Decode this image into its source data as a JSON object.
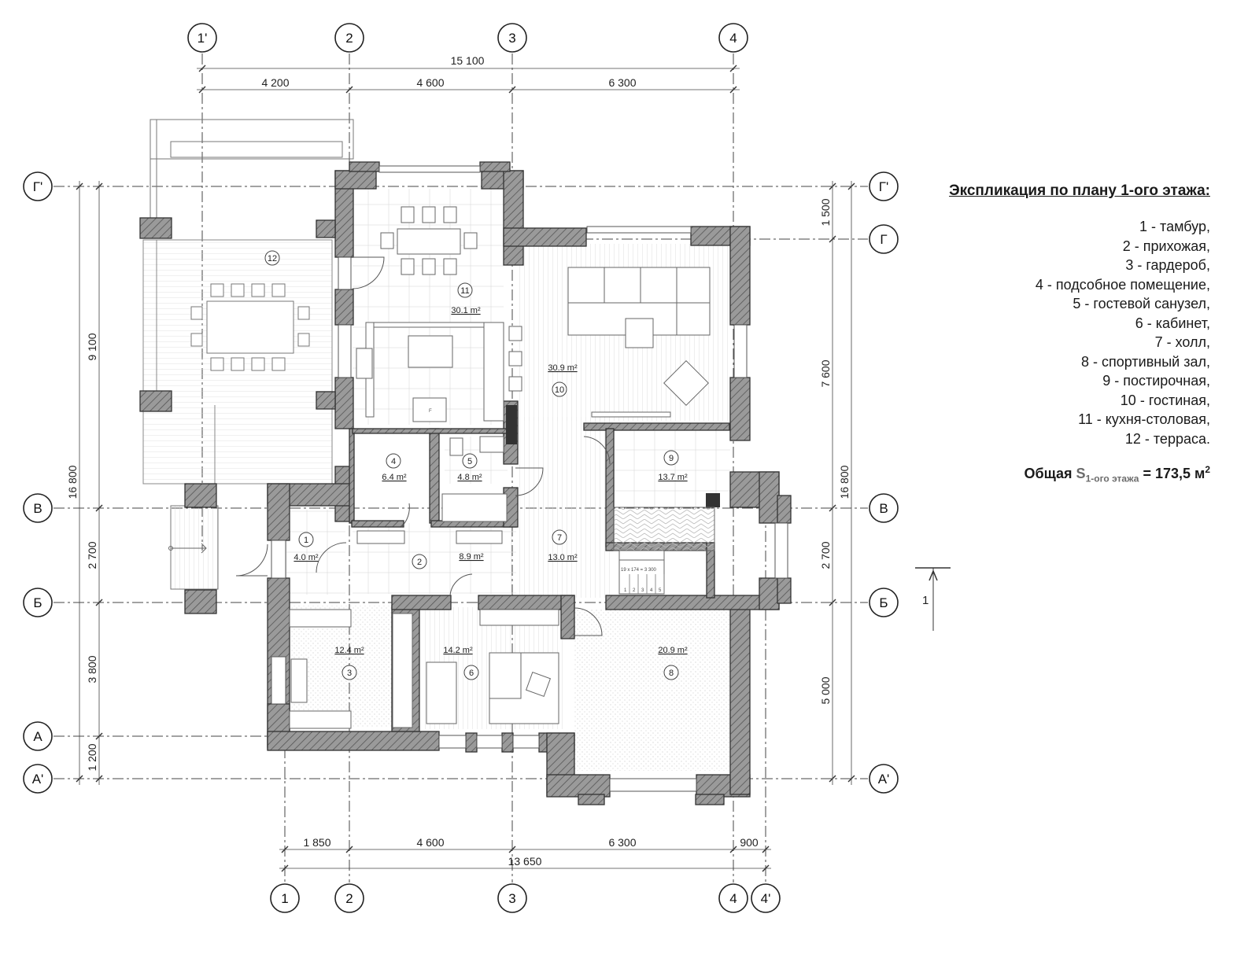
{
  "axes": {
    "vertical_top": [
      "1'",
      "2",
      "3",
      "4"
    ],
    "vertical_bottom": [
      "1",
      "2",
      "3",
      "4",
      "4'"
    ],
    "horizontal_left": [
      "Г'",
      "В",
      "Б",
      "А",
      "А'"
    ],
    "horizontal_right": [
      "Г'",
      "Г",
      "В",
      "Б",
      "А'"
    ]
  },
  "dimensions": {
    "top_total": "15 100",
    "top_segments": [
      "4 200",
      "4 600",
      "6 300"
    ],
    "bottom_segments": [
      "1 850",
      "4 600",
      "6 300",
      "900"
    ],
    "bottom_total": "13 650",
    "left_total": "16 800",
    "left_segments": [
      "9 100",
      "2 700",
      "3 800",
      "1 200"
    ],
    "right_total": "16 800",
    "right_segments": [
      "1 500",
      "7 600",
      "2 700",
      "5 000"
    ]
  },
  "rooms": [
    {
      "num": "1",
      "area": "4.0 m²"
    },
    {
      "num": "2",
      "area": "8.9 m²"
    },
    {
      "num": "3",
      "area": "12.4 m²"
    },
    {
      "num": "4",
      "area": "6.4 m²"
    },
    {
      "num": "5",
      "area": "4.8 m²"
    },
    {
      "num": "6",
      "area": "14.2 m²"
    },
    {
      "num": "7",
      "area": "13.0 m²"
    },
    {
      "num": "8",
      "area": "20.9 m²"
    },
    {
      "num": "9",
      "area": "13.7 m²"
    },
    {
      "num": "10",
      "area": "30.9 m²"
    },
    {
      "num": "11",
      "area": "30.1 m²"
    },
    {
      "num": "12",
      "area": ""
    }
  ],
  "stair_label": "19 x 174 = 3 300",
  "stair_steps": [
    "1",
    "2",
    "3",
    "4",
    "5"
  ],
  "fridge_label": "F",
  "section_mark": "1",
  "legend": {
    "title": "Экспликация по плану 1-ого этажа:",
    "items": [
      "1 - тамбур,",
      "2 - прихожая,",
      "3 - гардероб,",
      "4 - подсобное помещение,",
      "5 - гостевой санузел,",
      "6 - кабинет,",
      "7 - холл,",
      "8 - спортивный зал,",
      "9 - постирочная,",
      "10 - гостиная,",
      "11 - кухня-столовая,",
      "12 - терраса."
    ],
    "total_prefix": "Общая",
    "total_s": "S",
    "total_sub": "1-ого этажа",
    "total_value": "= 173,5 м",
    "total_sup": "2"
  }
}
